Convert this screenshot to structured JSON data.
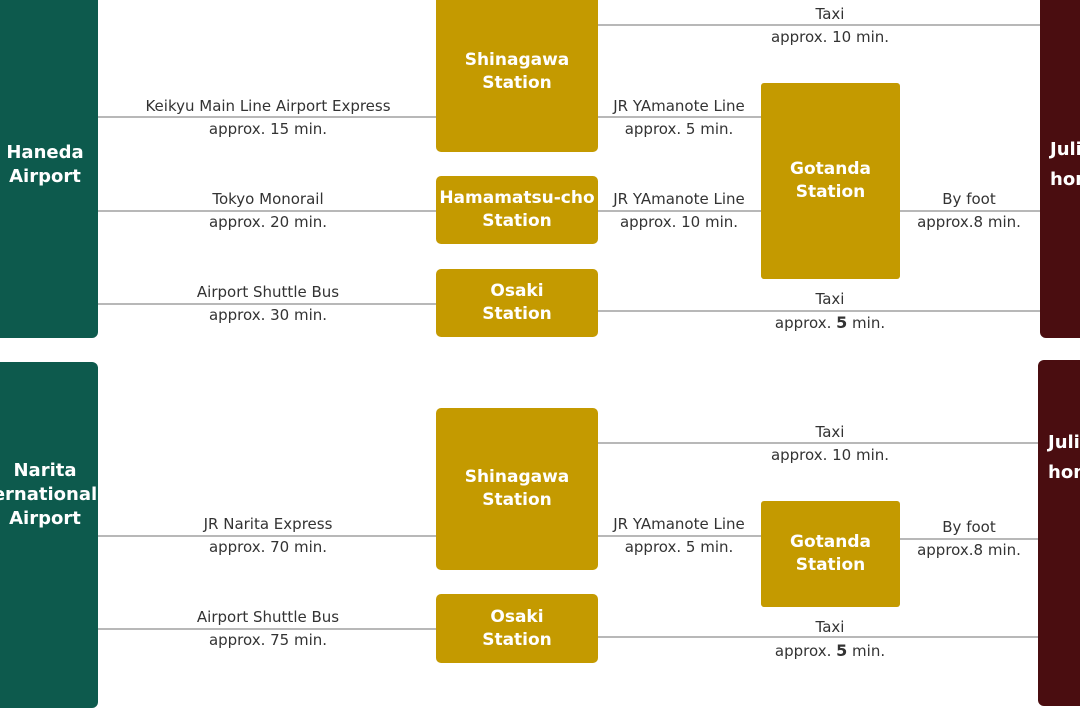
{
  "colors": {
    "airport": "#0d5a4d",
    "station": "#c49a00",
    "destination": "#4a0d10",
    "connector": "#b8b8b8"
  },
  "haneda": {
    "airport": [
      "Haneda",
      "Airport"
    ],
    "shinagawa": [
      "Shinagawa",
      "Station"
    ],
    "hamamatsucho": [
      "Hamamatsu-cho",
      "Station"
    ],
    "osaki": [
      "Osaki",
      "Station"
    ],
    "gotanda": [
      "Gotanda",
      "Station"
    ],
    "destination": [
      "Julia",
      "hom"
    ],
    "routes": {
      "keikyu": [
        "Keikyu Main Line Airport Express",
        "approx. 15 min."
      ],
      "monorail": [
        "Tokyo Monorail",
        "approx. 20 min."
      ],
      "shuttle": [
        "Airport Shuttle Bus",
        "approx. 30 min."
      ],
      "taxi_shinagawa": [
        "Taxi",
        "approx. 10 min."
      ],
      "jr_shinagawa": [
        "JR YAmanote Line",
        "approx. 5 min."
      ],
      "jr_hamamatsucho": [
        "JR YAmanote Line",
        "approx. 10 min."
      ],
      "foot": [
        "By foot",
        "approx.",
        "8",
        " min."
      ],
      "taxi_osaki": [
        "Taxi",
        "approx.",
        "5",
        " min."
      ]
    }
  },
  "narita": {
    "airport": [
      "Narita",
      "ernational",
      "Airport"
    ],
    "shinagawa": [
      "Shinagawa",
      "Station"
    ],
    "osaki": [
      "Osaki",
      "Station"
    ],
    "gotanda": [
      "Gotanda",
      "Station"
    ],
    "destination": [
      "Julia",
      "hom"
    ],
    "routes": {
      "nex": [
        "JR Narita Express",
        "approx. 70 min."
      ],
      "shuttle": [
        "Airport Shuttle Bus",
        "approx. 75 min."
      ],
      "taxi_shinagawa": [
        "Taxi",
        "approx. 10 min."
      ],
      "jr_shinagawa": [
        "JR YAmanote Line",
        "approx. 5 min."
      ],
      "foot": [
        "By foot",
        "approx.",
        "8",
        " min."
      ],
      "taxi_osaki": [
        "Taxi",
        "approx.",
        "5",
        " min."
      ]
    }
  }
}
